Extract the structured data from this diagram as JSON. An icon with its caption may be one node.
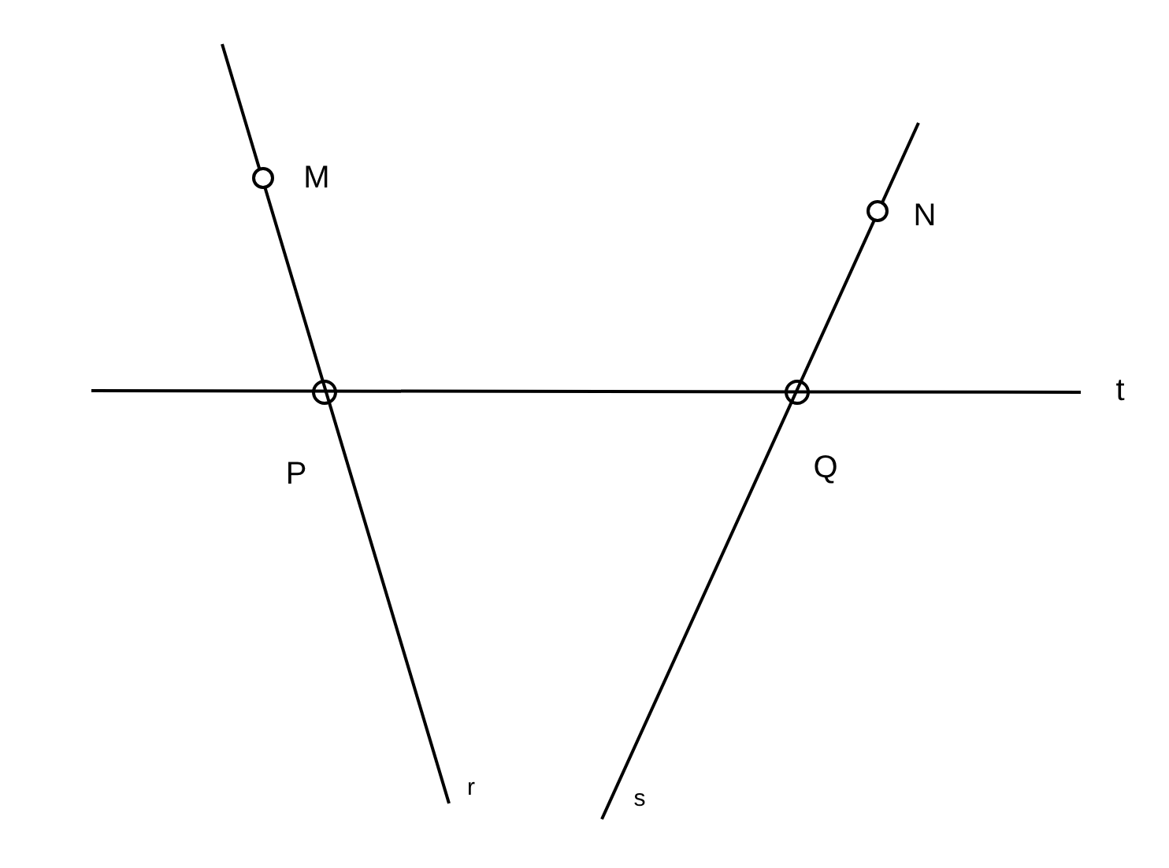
{
  "diagram": {
    "labels": [
      "M",
      "N",
      "t",
      "P",
      "Q",
      "r",
      "s"
    ]
  }
}
